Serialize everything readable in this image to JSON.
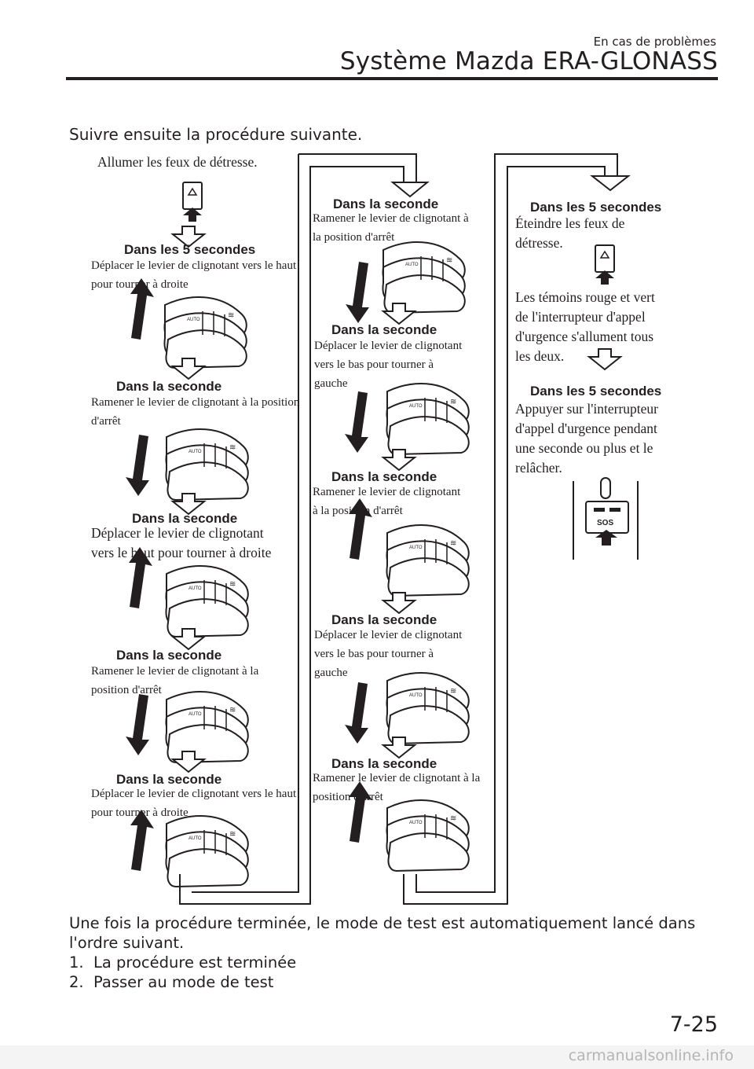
{
  "header": {
    "section": "En cas de problèmes",
    "title": "Système Mazda ERA-GLONASS"
  },
  "intro": "Suivre ensuite la procédure suivante.",
  "col1": {
    "start": "Allumer les feux de détresse.",
    "steps": [
      {
        "head": "Dans les 5 secondes",
        "line1": "Déplacer le levier de clignotant vers le haut",
        "line2": "pour tourner à droite"
      },
      {
        "head": "Dans la seconde",
        "line1": "Ramener le levier de clignotant à la position",
        "line2": "d'arrêt"
      },
      {
        "head": "Dans la seconde",
        "line1": "Déplacer le levier de clignotant",
        "line2": "vers le haut pour tourner à droite"
      },
      {
        "head": "Dans la seconde",
        "line1": "Ramener le levier de clignotant à la",
        "line2": "position d'arrêt"
      },
      {
        "head": "Dans la seconde",
        "line1": "Déplacer le levier de clignotant vers le haut",
        "line2": "pour tourner à droite"
      }
    ]
  },
  "col2": {
    "steps": [
      {
        "head": "Dans la seconde",
        "line1": "Ramener le levier de clignotant à",
        "line2": "la position d'arrêt"
      },
      {
        "head": "Dans la seconde",
        "line1": "Déplacer le levier de clignotant",
        "line2": "vers le bas pour tourner à",
        "line3": "gauche"
      },
      {
        "head": "Dans la seconde",
        "line1": "Ramener le levier de clignotant",
        "line2": "à la position d'arrêt"
      },
      {
        "head": "Dans la seconde",
        "line1": "Déplacer le levier de clignotant",
        "line2": "vers le bas pour tourner à",
        "line3": "gauche"
      },
      {
        "head": "Dans la seconde",
        "line1": "Ramener le levier de clignotant à la",
        "line2": "position d'arrêt"
      }
    ]
  },
  "col3": {
    "step1_head": "Dans les 5 secondes",
    "step1_line1": "Éteindre les feux de",
    "step1_line2": "détresse.",
    "note_lines": [
      "Les témoins rouge et vert",
      "de l'interrupteur d'appel",
      "d'urgence s'allument tous",
      "les deux."
    ],
    "step2_head": "Dans les 5 secondes",
    "step2_lines": [
      "Appuyer sur l'interrupteur",
      "d'appel d'urgence pendant",
      "une seconde ou plus et le",
      "relâcher."
    ],
    "sos_label": "SOS"
  },
  "bottom": {
    "line1": "Une fois la procédure terminée, le mode de test est automatiquement lancé dans",
    "line2": "l'ordre suivant.",
    "item1_num": "1.",
    "item1": "La procédure est terminée",
    "item2_num": "2.",
    "item2": "Passer au mode de test"
  },
  "page_number": "7-25",
  "footer": "carmanualsonline.info"
}
